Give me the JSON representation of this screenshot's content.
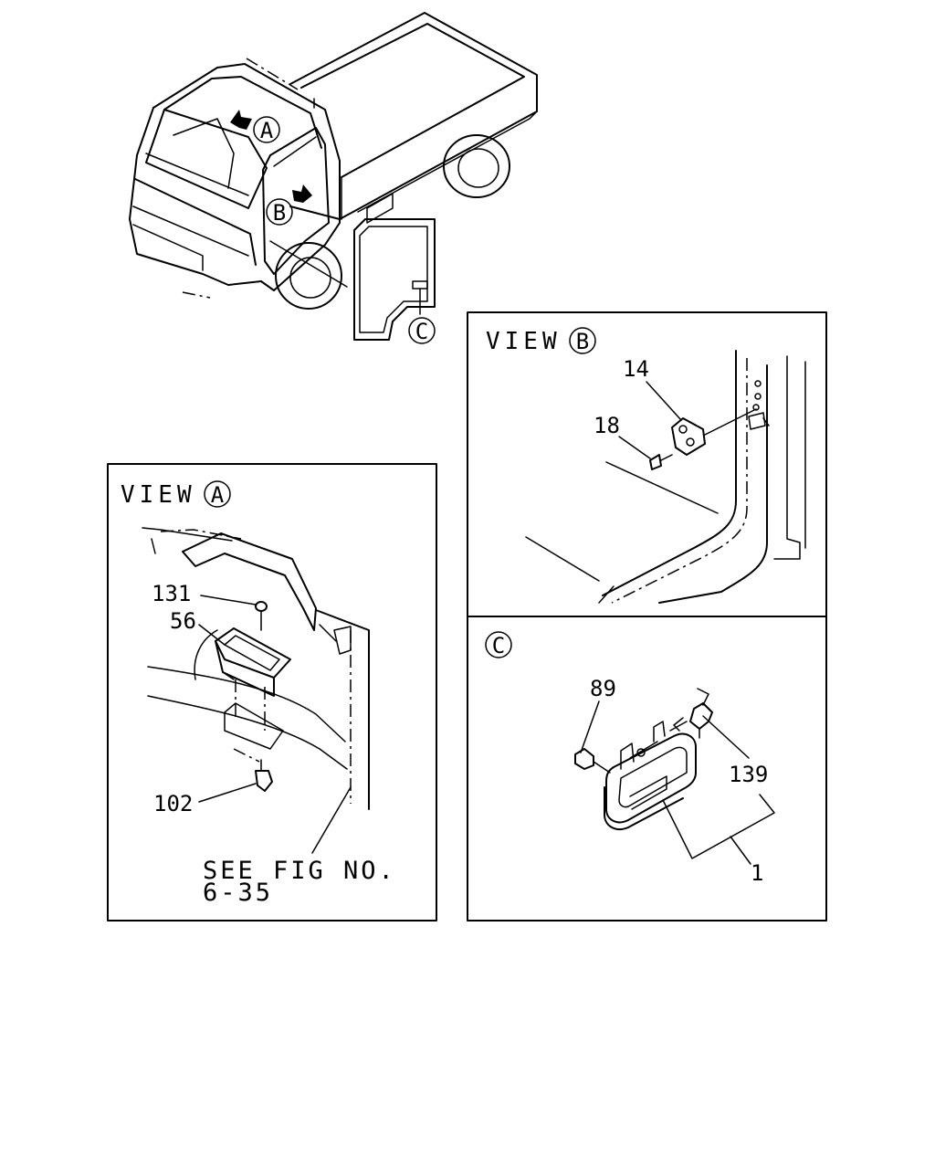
{
  "views": {
    "view_a": {
      "word": "VIEW",
      "letter": "A"
    },
    "view_b": {
      "word": "VIEW",
      "letter": "B"
    },
    "view_c": {
      "letter": "C"
    }
  },
  "overview_callouts": {
    "a": "A",
    "b": "B",
    "c": "C"
  },
  "parts": {
    "p14": "14",
    "p18": "18",
    "p131": "131",
    "p56": "56",
    "p102": "102",
    "p89": "89",
    "p139": "139",
    "p1": "1"
  },
  "reference": {
    "line1": "SEE FIG NO.",
    "line2": "6-35"
  }
}
